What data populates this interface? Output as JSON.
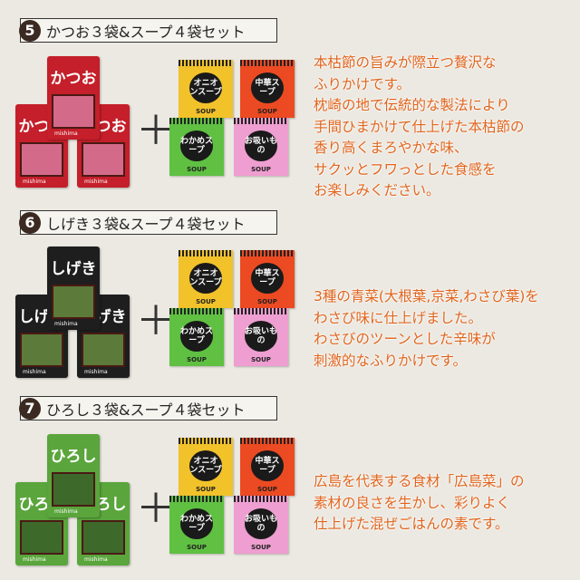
{
  "sets": [
    {
      "number": "5",
      "title": "かつお３袋&スープ４袋セット",
      "bag_label": "かつお",
      "bag_color": "#c41f2a",
      "window_color": "#d46a8a",
      "description": [
        "本枯節の旨みが際立つ贅沢な",
        "ふりかけです。",
        "枕崎の地で伝統的な製法により",
        "手間ひまかけて仕上げた本枯節の",
        "香り高くまろやかな味、",
        "サクッとフワっとした食感を",
        "お楽しみください。"
      ]
    },
    {
      "number": "6",
      "title": "しげき３袋&スープ４袋セット",
      "bag_label": "しげき",
      "bag_color": "#1e1e1e",
      "window_color": "#5c7a3a",
      "description": [
        "3種の青菜(大根葉,京菜,わさび葉)を",
        "わさび味に仕上げました。",
        "わさびのツーンとした辛味が",
        "刺激的なふりかけです。"
      ]
    },
    {
      "number": "7",
      "title": "ひろし３袋&スープ４袋セット",
      "bag_label": "ひろし",
      "bag_color": "#5aa53c",
      "window_color": "#3d6a2a",
      "description": [
        "広島を代表する食材「広島菜」の",
        "素材の良さを生かし、彩りよく",
        "仕上げた混ぜごはんの素です。"
      ]
    }
  ],
  "brand": "mishima",
  "plus": "＋",
  "soups": [
    {
      "label": "オニオンスープ",
      "color": "#f2c22a"
    },
    {
      "label": "中華スープ",
      "color": "#ec4a22"
    },
    {
      "label": "わかめスープ",
      "color": "#5fc042"
    },
    {
      "label": "お吸いもの",
      "color": "#ee9ed0"
    }
  ],
  "soup_mark": "SOUP"
}
